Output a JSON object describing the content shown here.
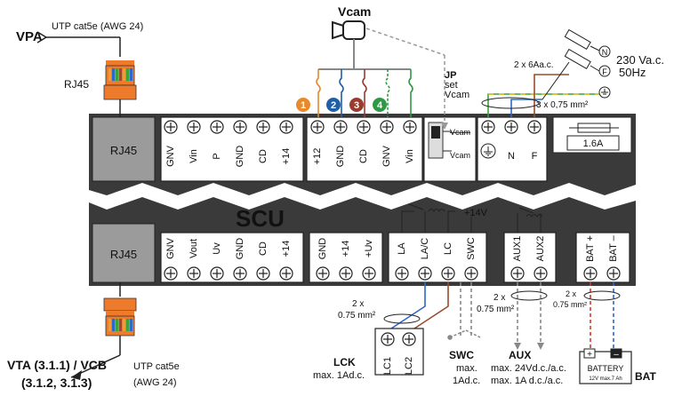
{
  "labels": {
    "vpa": "VPA",
    "utp_top": "UTP cat5e (AWG 24)",
    "rj45_left": "RJ45",
    "vcam": "Vcam",
    "jp_title": "JP",
    "jp_set": "set",
    "jp_vcam": "Vcam",
    "jp_pos_upper": "Vcam",
    "jp_pos_lower": "Vcam",
    "mains_volt": "230 Va.c.",
    "mains_freq": "50Hz",
    "mains_neutral": "N",
    "mains_phase": "F",
    "fuse_out_cable": "2 x 6Aa.c.",
    "mains_cable": "3 x 0,75 mm²",
    "fuse_rating": "1.6A",
    "scu": "SCU",
    "rj45_block_top": "RJ45",
    "rj45_block_bottom": "RJ45",
    "plus14v": "+14V",
    "lck_cable_1": "2 x",
    "lck_cable_2": "0.75 mm²",
    "aux_cable_1": "2 x",
    "aux_cable_2": "0.75 mm²",
    "bat_cable_1": "2 x",
    "bat_cable_2": "0.75 mm²",
    "lck_title": "LCK",
    "lck_desc": "max. 1Ad.c.",
    "swc_title": "SWC",
    "swc_desc1": "max.",
    "swc_desc2": "1Ad.c.",
    "aux_title": "AUX",
    "aux_desc1": "max. 24Vd.c./a.c.",
    "aux_desc2": "max. 1A d.c./a.c.",
    "battery": "BATTERY",
    "battery_spec": "12V    max.7 Ah",
    "bat_label": "BAT",
    "bat_plus": "+",
    "bat_minus": "–",
    "vta_1": "VTA (3.1.1) / VCB",
    "vta_2": "(3.1.2, 3.1.3)",
    "utp_bottom_1": "UTP cat5e",
    "utp_bottom_2": "(AWG 24)"
  },
  "terminal_groups": {
    "top_bus": [
      "GNV",
      "Vin",
      "P",
      "GND",
      "CD",
      "+14"
    ],
    "top_cam": [
      "+12",
      "GND",
      "CD",
      "GNV",
      "Vin"
    ],
    "top_mains": [
      "",
      "N",
      "F"
    ],
    "bot_bus": [
      "GNV",
      "Vout",
      "Uv",
      "GND",
      "CD",
      "+14"
    ],
    "bot_psu": [
      "GND",
      "+14",
      "+Uv"
    ],
    "bot_lock": [
      "LA",
      "LA/C",
      "LC",
      "SWC"
    ],
    "bot_aux": [
      "AUX1",
      "AUX2"
    ],
    "bot_bat": [
      "BAT +",
      "BAT –"
    ],
    "lck": [
      "LC1",
      "LC2"
    ]
  },
  "wire_markers": [
    "1",
    "2",
    "3",
    "4"
  ],
  "colors": {
    "marker_1": "#e8892b",
    "marker_2": "#1f5fa8",
    "marker_3": "#9a3b2e",
    "marker_4": "#2e9a45",
    "block_gray": "#9b9b9b",
    "wire_green": "#3aa33a",
    "wire_blue": "#2f68c9",
    "wire_brown": "#9a4b2c",
    "wire_red": "#d23a2a",
    "rj45_orange": "#ee7a2c"
  }
}
